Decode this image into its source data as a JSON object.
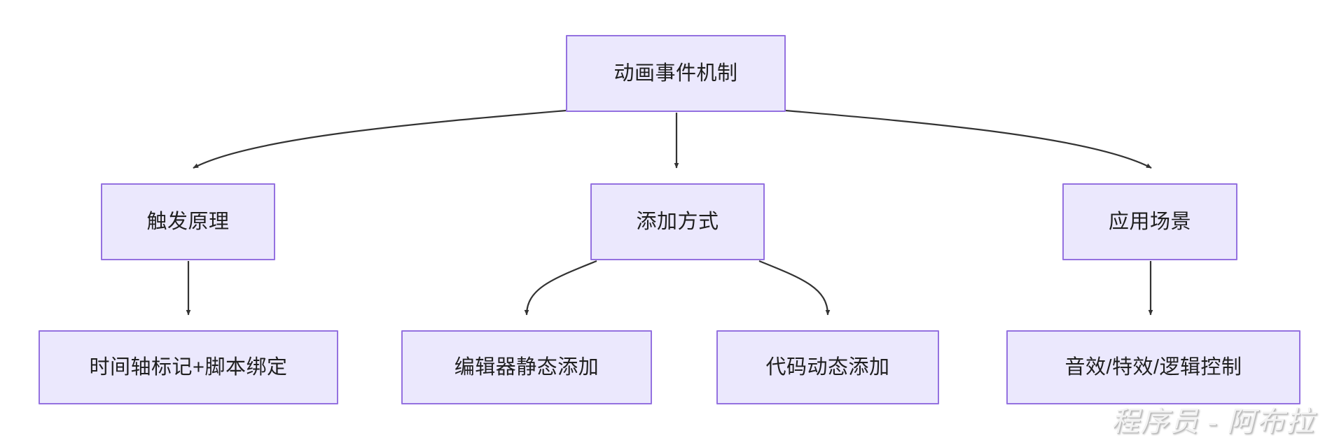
{
  "diagram": {
    "title": "动画事件机制",
    "type": "flowchart",
    "direction": "top-down",
    "theme": {
      "node_fill": "#ebe8fd",
      "node_border": "#9471e0",
      "node_text": "#1f1f1f",
      "edge_color": "#333333",
      "background": "#ffffff"
    },
    "nodes": [
      {
        "id": "root",
        "label": "动画事件机制",
        "level": 0
      },
      {
        "id": "trigger",
        "label": "触发原理",
        "level": 1
      },
      {
        "id": "addmethod",
        "label": "添加方式",
        "level": 1
      },
      {
        "id": "usecase",
        "label": "应用场景",
        "level": 1
      },
      {
        "id": "timeline",
        "label": "时间轴标记+脚本绑定",
        "level": 2
      },
      {
        "id": "editor",
        "label": "编辑器静态添加",
        "level": 2
      },
      {
        "id": "code",
        "label": "代码动态添加",
        "level": 2
      },
      {
        "id": "effects",
        "label": "音效/特效/逻辑控制",
        "level": 2
      }
    ],
    "edges": [
      {
        "from": "root",
        "to": "trigger",
        "style": "curved-arrow"
      },
      {
        "from": "root",
        "to": "addmethod",
        "style": "straight-arrow"
      },
      {
        "from": "root",
        "to": "usecase",
        "style": "curved-arrow"
      },
      {
        "from": "trigger",
        "to": "timeline",
        "style": "straight-arrow"
      },
      {
        "from": "addmethod",
        "to": "editor",
        "style": "curved-arrow"
      },
      {
        "from": "addmethod",
        "to": "code",
        "style": "curved-arrow"
      },
      {
        "from": "usecase",
        "to": "effects",
        "style": "straight-arrow"
      }
    ]
  },
  "watermark": {
    "text": "程序员 - 阿布拉"
  }
}
